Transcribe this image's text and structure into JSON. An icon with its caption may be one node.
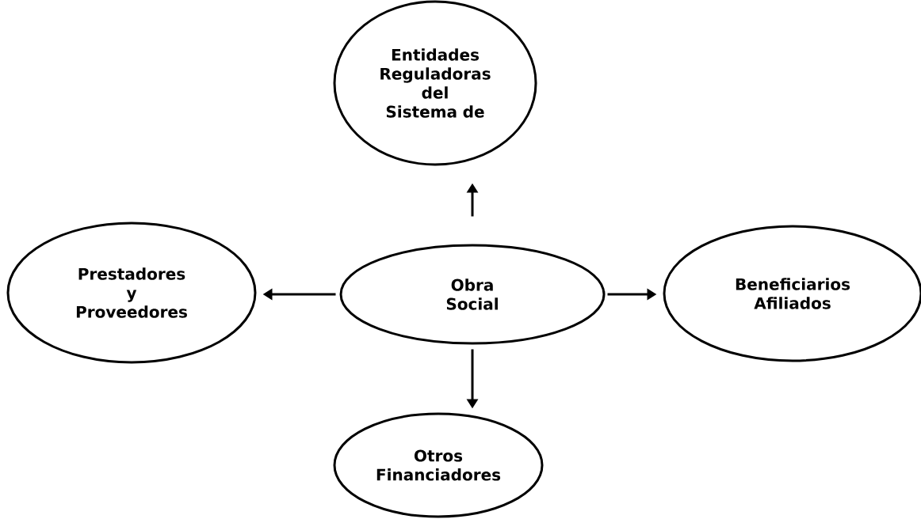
{
  "diagram": {
    "nodes": [
      {
        "text": [
          "Obra Social"
        ]
      },
      {
        "text": [
          "Entidades Reguladoras del Sistema de"
        ]
      },
      {
        "text": [
          "Prestadores y Proveedores"
        ]
      },
      {
        "text": [
          "Beneficiarios Afiliados"
        ]
      },
      {
        "text": [
          "Otros Financiadores"
        ]
      }
    ],
    "edges": [
      {
        "from": 0,
        "to": 1,
        "arrow": "to"
      },
      {
        "from": 0,
        "to": 2,
        "arrow": "to"
      },
      {
        "from": 0,
        "to": 3,
        "arrow": "to"
      },
      {
        "from": 0,
        "to": 4,
        "arrow": "to"
      }
    ]
  }
}
